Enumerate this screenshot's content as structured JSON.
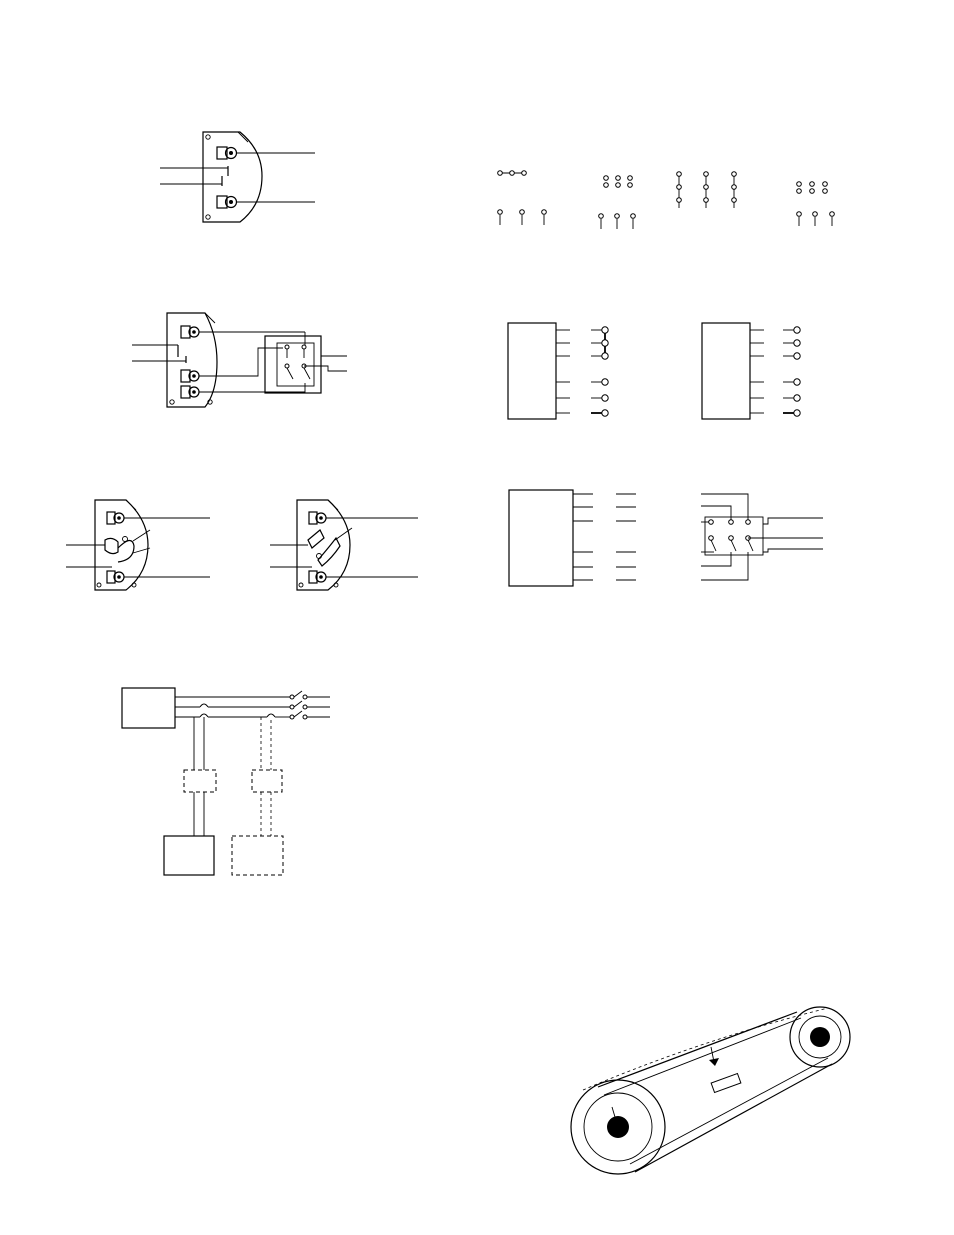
{
  "page": {
    "background": "#ffffff",
    "ink": "#000000"
  },
  "figures": [
    {
      "name": "switch-2-terminal"
    },
    {
      "name": "contact-symbols"
    },
    {
      "name": "switch-3-terminal-wired"
    },
    {
      "name": "terminal-blocks"
    },
    {
      "name": "switch-toggle-pair"
    },
    {
      "name": "terminal-block-and-contact-wiring"
    },
    {
      "name": "power-supply-wiring"
    },
    {
      "name": "belt-drive"
    }
  ]
}
